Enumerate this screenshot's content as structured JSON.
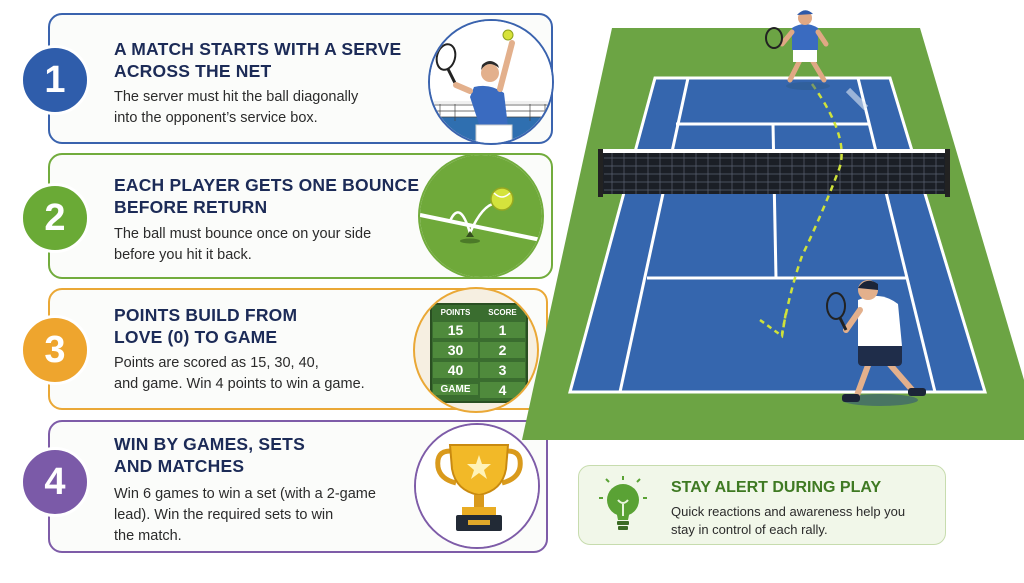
{
  "steps": [
    {
      "number": "1",
      "title_line1": "A MATCH STARTS WITH A SERVE",
      "title_line2": "ACROSS THE NET",
      "desc_line1": "The server must hit the ball diagonally",
      "desc_line2": "into the opponent’s service box.",
      "color": "#2f5dab",
      "illustration": "player-serving"
    },
    {
      "number": "2",
      "title_line1": "EACH PLAYER GETS ONE BOUNCE",
      "title_line2": "BEFORE RETURN",
      "desc_line1": "The ball must bounce once on your side",
      "desc_line2": "before you hit it back.",
      "color": "#6aaa36",
      "illustration": "ball-bounce"
    },
    {
      "number": "3",
      "title_line1": "POINTS BUILD FROM",
      "title_line2": "LOVE (0) TO GAME",
      "desc_line1": "Points are scored as 15, 30, 40,",
      "desc_line2": "and game. Win 4 points to win a game.",
      "color": "#eea52e",
      "illustration": "scoreboard"
    },
    {
      "number": "4",
      "title_line1": "WIN BY GAMES, SETS",
      "title_line2": "AND MATCHES",
      "desc_line1": "Win 6 games to win a set (with a 2-game",
      "desc_line2": "lead). Win the required sets to win",
      "desc_line3": "the match.",
      "color": "#7b5aa8",
      "illustration": "trophy"
    }
  ],
  "scoreboard": {
    "header_points": "POINTS",
    "header_score": "SCORE",
    "rows": [
      {
        "points": "15",
        "score": "1"
      },
      {
        "points": "30",
        "score": "2"
      },
      {
        "points": "40",
        "score": "3"
      },
      {
        "points": "GAME",
        "score": "4"
      }
    ]
  },
  "tip": {
    "title": "STAY ALERT DURING PLAY",
    "desc_line1": "Quick reactions and awareness help you",
    "desc_line2": "stay in control of each rally."
  },
  "colors": {
    "court_blue": "#3566ae",
    "court_green": "#6ca444",
    "title_navy": "#1c2b57"
  }
}
